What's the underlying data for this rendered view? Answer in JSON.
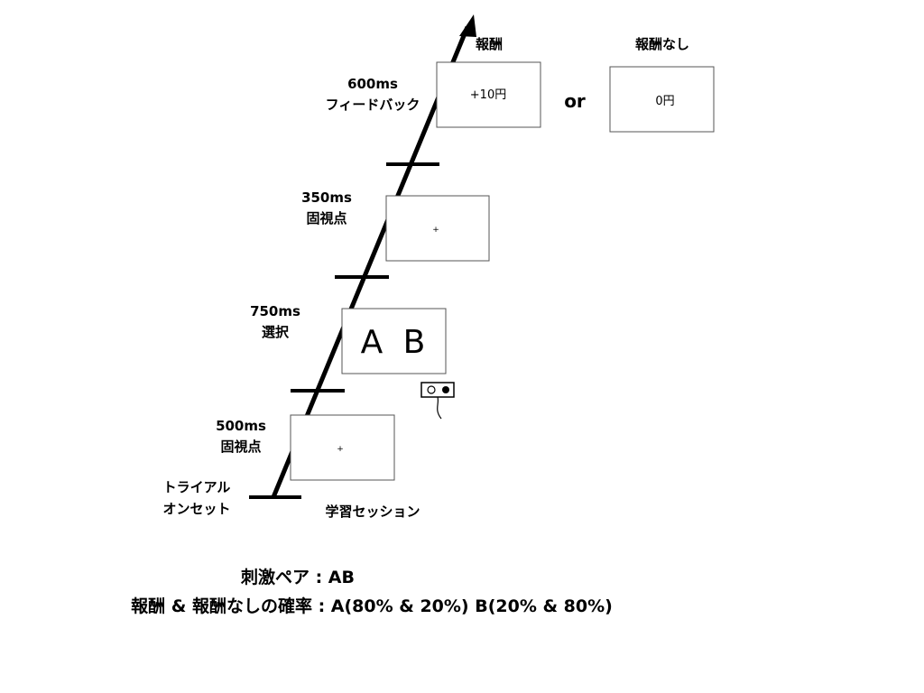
{
  "feedback": {
    "duration": "600ms",
    "name": "フィードバック",
    "reward_title": "報酬",
    "reward_value": "+10円",
    "or_text": "or",
    "noreward_title": "報酬なし",
    "noreward_value": "0円"
  },
  "fixation_2": {
    "duration": "350ms",
    "name": "固視点",
    "symbol": "+"
  },
  "choice": {
    "duration": "750ms",
    "name": "選択",
    "left_stimulus": "A",
    "right_stimulus": "B"
  },
  "fixation_1": {
    "duration": "500ms",
    "name": "固視点",
    "symbol": "+"
  },
  "onset": {
    "line1": "トライアル",
    "line2": "オンセット"
  },
  "session_label": "学習セッション",
  "captions": {
    "stimulus_pair": "刺激ペア : AB",
    "probability": "報酬 & 報酬なしの確率 : A(80% & 20%) B(20% & 80%)"
  },
  "icons": {
    "response_box": "button-box-icon"
  }
}
